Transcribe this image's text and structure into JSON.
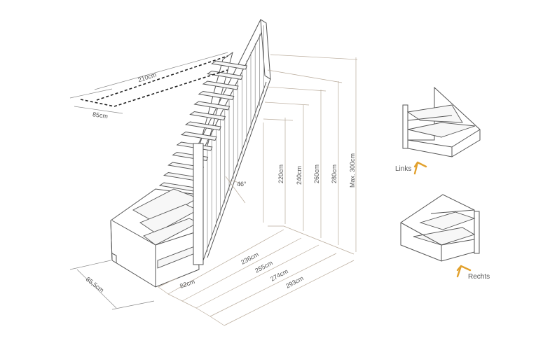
{
  "labels": {
    "width_top": "210cm",
    "width_side": "85cm",
    "depth_base": "85,5cm",
    "angle": "46°",
    "max_height": "Max. 300cm",
    "left_variant": "Links",
    "right_variant": "Rechts"
  },
  "heights": [
    "220cm",
    "240cm",
    "260cm",
    "280cm"
  ],
  "lengths": [
    "82cm",
    "236cm",
    "255cm",
    "274cm",
    "293cm"
  ],
  "colors": {
    "line": "#555555",
    "dimension": "#b9ab9b",
    "arrow": "#e2a12d"
  }
}
